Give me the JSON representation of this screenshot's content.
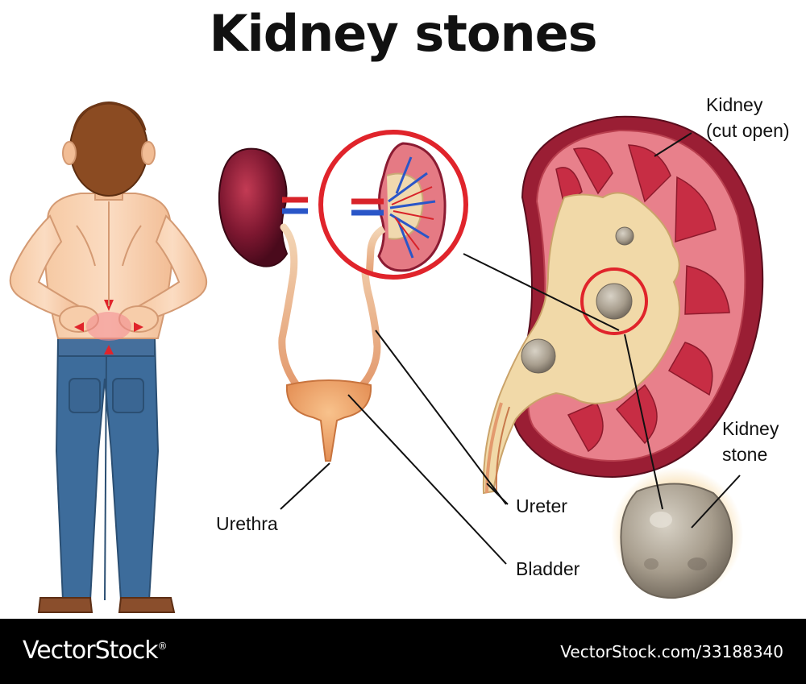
{
  "title": "Kidney stones",
  "labels": {
    "kidney_line1": "Kidney",
    "kidney_line2": "(cut open)",
    "stone_line1": "Kidney",
    "stone_line2": "stone",
    "ureter": "Ureter",
    "urethra": "Urethra",
    "bladder": "Bladder"
  },
  "footer": {
    "brand": "VectorStock",
    "brand_mark": "®",
    "credit": "VectorStock.com/33188340"
  },
  "colors": {
    "highlight_ring": "#e0242b",
    "kidney_outer": "#9a1e34",
    "kidney_flesh": "#e57a84",
    "pelvis": "#f0d9ae",
    "stone": "#9c9385",
    "jeans": "#3a6a99",
    "skin": "#f5c9a6",
    "hair": "#8a4b22"
  }
}
